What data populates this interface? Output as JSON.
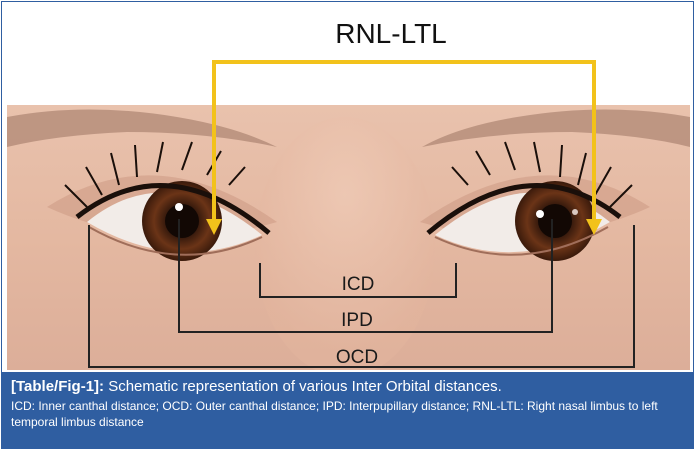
{
  "figure": {
    "top_label": "RNL-LTL",
    "measure_labels": [
      "ICD",
      "IPD",
      "OCD"
    ],
    "arrow_color": "#f2c21b",
    "line_color": "#222222"
  },
  "caption": {
    "label": "[Table/Fig-1]:",
    "title": " Schematic representation of various Inter Orbital distances.",
    "note": "ICD: Inner canthal distance; OCD: Outer canthal distance; IPD: Interpupillary distance; RNL-LTL: Right nasal limbus to left temporal limbus distance",
    "background": "#2f5ea1"
  }
}
